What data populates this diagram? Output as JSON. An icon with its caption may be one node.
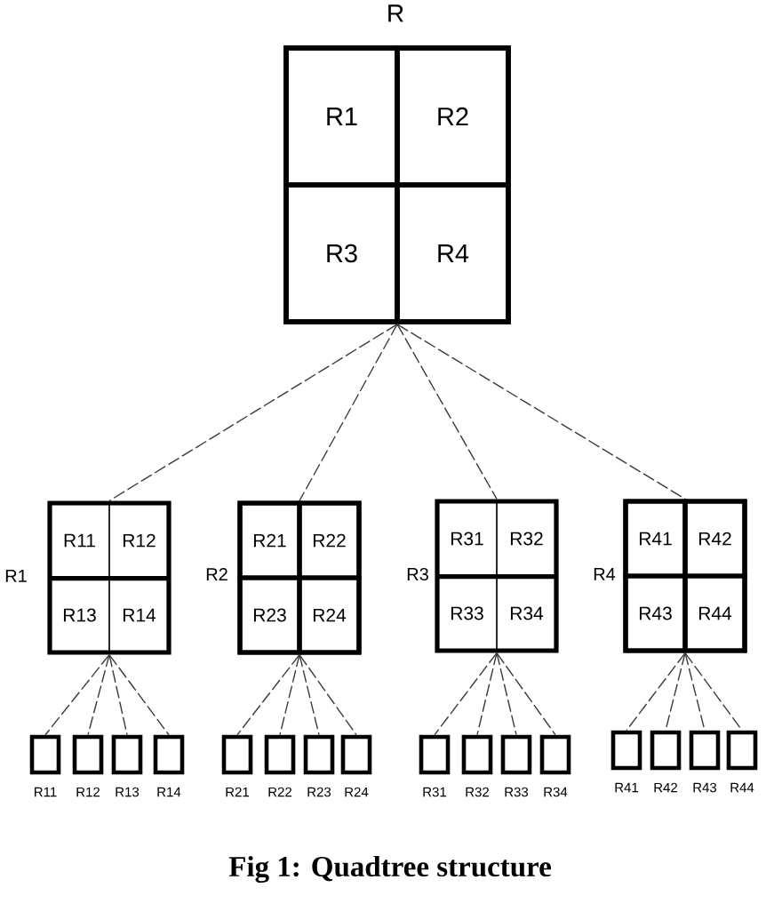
{
  "diagram": {
    "caption": "Fig 1: Quadtree structure",
    "nodes": [
      {
        "text": [
          "R"
        ]
      },
      {
        "text": [
          "R1"
        ],
        "in": 0
      },
      {
        "text": [
          "R2"
        ],
        "in": 0
      },
      {
        "text": [
          "R3"
        ],
        "in": 0
      },
      {
        "text": [
          "R4"
        ],
        "in": 0
      },
      {
        "text": [
          "R1"
        ]
      },
      {
        "text": [
          "R11"
        ],
        "in": 5
      },
      {
        "text": [
          "R12"
        ],
        "in": 5
      },
      {
        "text": [
          "R13"
        ],
        "in": 5
      },
      {
        "text": [
          "R14"
        ],
        "in": 5
      },
      {
        "text": [
          "R2"
        ]
      },
      {
        "text": [
          "R21"
        ],
        "in": 10
      },
      {
        "text": [
          "R22"
        ],
        "in": 10
      },
      {
        "text": [
          "R23"
        ],
        "in": 10
      },
      {
        "text": [
          "R24"
        ],
        "in": 10
      },
      {
        "text": [
          "R3"
        ]
      },
      {
        "text": [
          "R31"
        ],
        "in": 15
      },
      {
        "text": [
          "R32"
        ],
        "in": 15
      },
      {
        "text": [
          "R33"
        ],
        "in": 15
      },
      {
        "text": [
          "R34"
        ],
        "in": 15
      },
      {
        "text": [
          "R4"
        ]
      },
      {
        "text": [
          "R41"
        ],
        "in": 20
      },
      {
        "text": [
          "R42"
        ],
        "in": 20
      },
      {
        "text": [
          "R43"
        ],
        "in": 20
      },
      {
        "text": [
          "R44"
        ],
        "in": 20
      },
      {
        "text": [
          "R11"
        ]
      },
      {
        "text": [
          "R12"
        ]
      },
      {
        "text": [
          "R13"
        ]
      },
      {
        "text": [
          "R14"
        ]
      },
      {
        "text": [
          "R21"
        ]
      },
      {
        "text": [
          "R22"
        ]
      },
      {
        "text": [
          "R23"
        ]
      },
      {
        "text": [
          "R24"
        ]
      },
      {
        "text": [
          "R31"
        ]
      },
      {
        "text": [
          "R32"
        ]
      },
      {
        "text": [
          "R33"
        ]
      },
      {
        "text": [
          "R34"
        ]
      },
      {
        "text": [
          "R41"
        ]
      },
      {
        "text": [
          "R42"
        ]
      },
      {
        "text": [
          "R43"
        ]
      },
      {
        "text": [
          "R44"
        ]
      }
    ],
    "edges": [
      {
        "from": 0,
        "to": 5,
        "arrow": "none",
        "style": "dashed"
      },
      {
        "from": 0,
        "to": 10,
        "arrow": "none",
        "style": "dashed"
      },
      {
        "from": 0,
        "to": 15,
        "arrow": "none",
        "style": "dashed"
      },
      {
        "from": 0,
        "to": 20,
        "arrow": "none",
        "style": "dashed"
      },
      {
        "from": 5,
        "to": 25,
        "arrow": "none",
        "style": "dashed"
      },
      {
        "from": 5,
        "to": 26,
        "arrow": "none",
        "style": "dashed"
      },
      {
        "from": 5,
        "to": 27,
        "arrow": "none",
        "style": "dashed"
      },
      {
        "from": 5,
        "to": 28,
        "arrow": "none",
        "style": "dashed"
      },
      {
        "from": 10,
        "to": 29,
        "arrow": "none",
        "style": "dashed"
      },
      {
        "from": 10,
        "to": 30,
        "arrow": "none",
        "style": "dashed"
      },
      {
        "from": 10,
        "to": 31,
        "arrow": "none",
        "style": "dashed"
      },
      {
        "from": 10,
        "to": 32,
        "arrow": "none",
        "style": "dashed"
      },
      {
        "from": 15,
        "to": 33,
        "arrow": "none",
        "style": "dashed"
      },
      {
        "from": 15,
        "to": 34,
        "arrow": "none",
        "style": "dashed"
      },
      {
        "from": 15,
        "to": 35,
        "arrow": "none",
        "style": "dashed"
      },
      {
        "from": 15,
        "to": 36,
        "arrow": "none",
        "style": "dashed"
      },
      {
        "from": 20,
        "to": 37,
        "arrow": "none",
        "style": "dashed"
      },
      {
        "from": 20,
        "to": 38,
        "arrow": "none",
        "style": "dashed"
      },
      {
        "from": 20,
        "to": 39,
        "arrow": "none",
        "style": "dashed"
      },
      {
        "from": 20,
        "to": 40,
        "arrow": "none",
        "style": "dashed"
      }
    ]
  }
}
